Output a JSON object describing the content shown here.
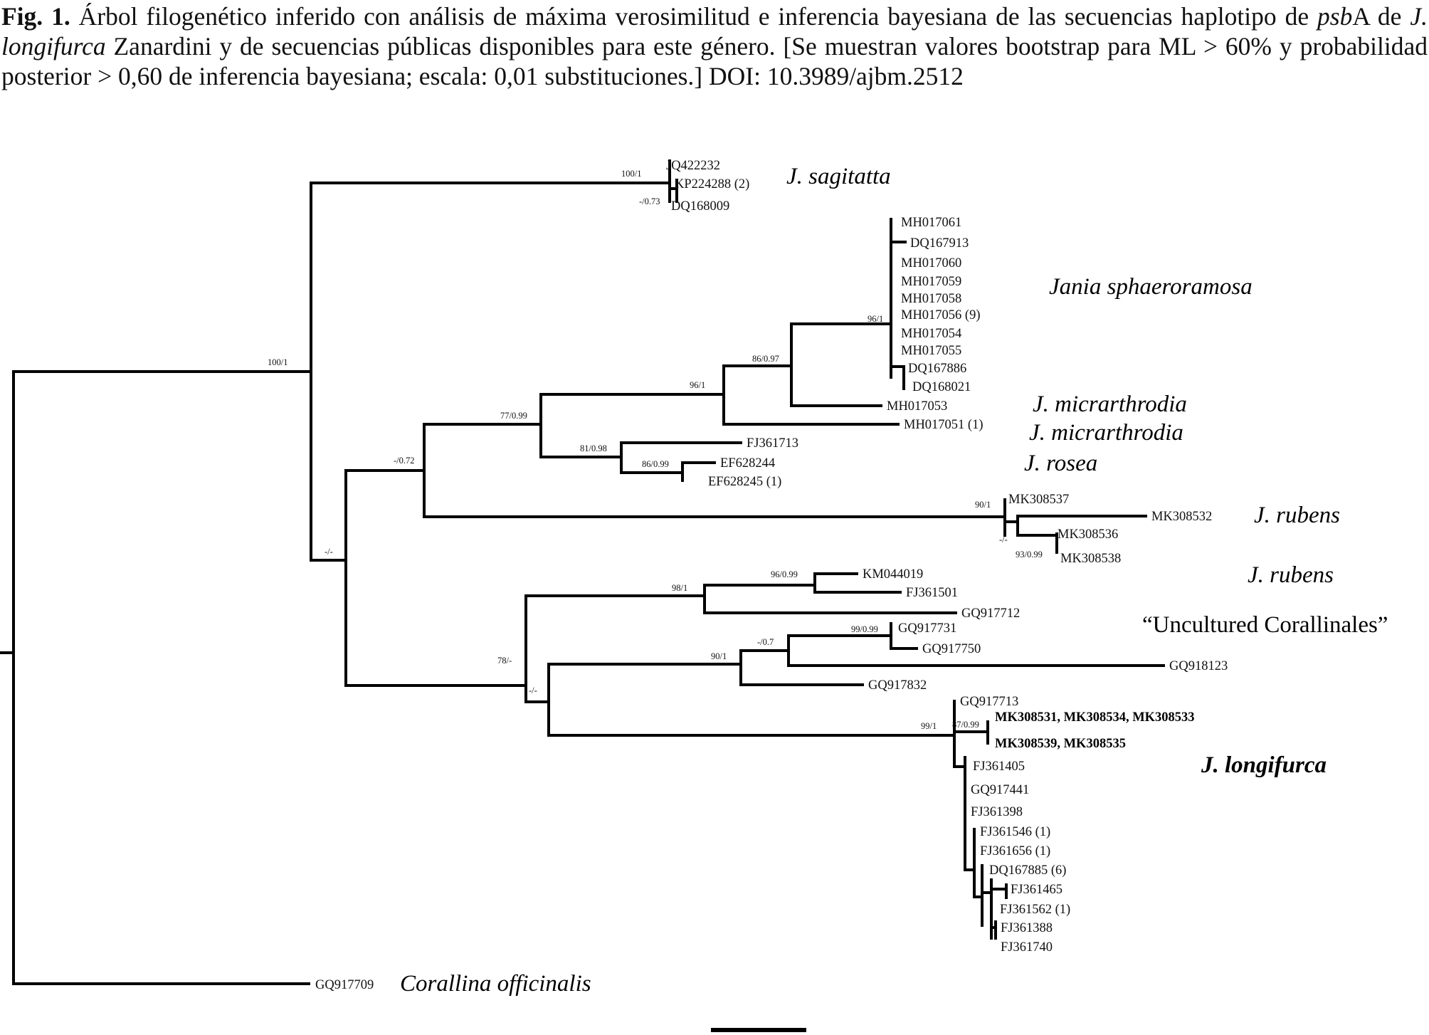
{
  "caption": {
    "label": "Fig. 1.",
    "parts": [
      {
        "text": " Árbol filogenético inferido con análisis de máxima verosimilitud e inferencia bayesiana de las secuencias haplotipo de ",
        "italic": false
      },
      {
        "text": "psb",
        "italic": true
      },
      {
        "text": "A de ",
        "italic": false
      },
      {
        "text": "J. longifurca",
        "italic": true
      },
      {
        "text": " Zanardini y de secuencias públicas disponibles para este género. [Se muestran valores bootstrap para ML > 60% y probabilidad posterior > 0,60 de inferencia bayesiana; escala: 0,01 substituciones.] DOI: 10.3989/ajbm.2512",
        "italic": false
      }
    ]
  },
  "tips": [
    {
      "id": "t_jq422232",
      "label": "JQ422232",
      "bold": false
    },
    {
      "id": "t_kp224288",
      "label": "KP224288 (2)",
      "bold": false
    },
    {
      "id": "t_dq168009",
      "label": "DQ168009",
      "bold": false
    },
    {
      "id": "t_mh017061",
      "label": "MH017061",
      "bold": false
    },
    {
      "id": "t_dq167913",
      "label": "DQ167913",
      "bold": false
    },
    {
      "id": "t_mh017060",
      "label": "MH017060",
      "bold": false
    },
    {
      "id": "t_mh017059",
      "label": "MH017059",
      "bold": false
    },
    {
      "id": "t_mh017058",
      "label": "MH017058",
      "bold": false
    },
    {
      "id": "t_mh017056",
      "label": "MH017056 (9)",
      "bold": false
    },
    {
      "id": "t_mh017054",
      "label": "MH017054",
      "bold": false
    },
    {
      "id": "t_mh017055",
      "label": "MH017055",
      "bold": false
    },
    {
      "id": "t_dq167886",
      "label": "DQ167886",
      "bold": false
    },
    {
      "id": "t_dq168021",
      "label": "DQ168021",
      "bold": false
    },
    {
      "id": "t_mh017053",
      "label": "MH017053",
      "bold": false
    },
    {
      "id": "t_mh017051",
      "label": "MH017051 (1)",
      "bold": false
    },
    {
      "id": "t_fj361713",
      "label": "FJ361713",
      "bold": false
    },
    {
      "id": "t_ef628244",
      "label": "EF628244",
      "bold": false
    },
    {
      "id": "t_ef628245",
      "label": "EF628245 (1)",
      "bold": false
    },
    {
      "id": "t_mk308537",
      "label": "MK308537",
      "bold": false
    },
    {
      "id": "t_mk308532",
      "label": "MK308532",
      "bold": false
    },
    {
      "id": "t_mk308536",
      "label": "MK308536",
      "bold": false
    },
    {
      "id": "t_mk308538",
      "label": "MK308538",
      "bold": false
    },
    {
      "id": "t_km044019",
      "label": "KM044019",
      "bold": false
    },
    {
      "id": "t_fj361501",
      "label": "FJ361501",
      "bold": false
    },
    {
      "id": "t_gq917712",
      "label": "GQ917712",
      "bold": false
    },
    {
      "id": "t_gq917731",
      "label": "GQ917731",
      "bold": false
    },
    {
      "id": "t_gq917750",
      "label": "GQ917750",
      "bold": false
    },
    {
      "id": "t_gq918123",
      "label": "GQ918123",
      "bold": false
    },
    {
      "id": "t_gq917832",
      "label": "GQ917832",
      "bold": false
    },
    {
      "id": "t_gq917713",
      "label": "GQ917713",
      "bold": false
    },
    {
      "id": "t_mk308531",
      "label": "MK308531, MK308534, MK308533",
      "bold": true
    },
    {
      "id": "t_mk308539",
      "label": "MK308539, MK308535",
      "bold": true
    },
    {
      "id": "t_fj361405",
      "label": "FJ361405",
      "bold": false
    },
    {
      "id": "t_gq917441",
      "label": "GQ917441",
      "bold": false
    },
    {
      "id": "t_fj361398",
      "label": "FJ361398",
      "bold": false
    },
    {
      "id": "t_fj361546",
      "label": "FJ361546 (1)",
      "bold": false
    },
    {
      "id": "t_fj361656",
      "label": "FJ361656 (1)",
      "bold": false
    },
    {
      "id": "t_dq167885",
      "label": "DQ167885 (6)",
      "bold": false
    },
    {
      "id": "t_fj361465",
      "label": "FJ361465",
      "bold": false
    },
    {
      "id": "t_fj361562",
      "label": "FJ361562 (1)",
      "bold": false
    },
    {
      "id": "t_fj361388",
      "label": "FJ361388",
      "bold": false
    },
    {
      "id": "t_fj361740",
      "label": "FJ361740",
      "bold": false
    },
    {
      "id": "t_gq917709",
      "label": "GQ917709",
      "bold": false
    }
  ],
  "supports": [
    {
      "id": "s_root_ingroup",
      "label": "100/1"
    },
    {
      "id": "s_sagitatta",
      "label": "100/1"
    },
    {
      "id": "s_sagitatta_inner",
      "label": "-/0.73"
    },
    {
      "id": "s_n2",
      "label": "-/-"
    },
    {
      "id": "s_n3",
      "label": "-/0.72"
    },
    {
      "id": "s_n4",
      "label": "77/0.99"
    },
    {
      "id": "s_n5",
      "label": "96/1"
    },
    {
      "id": "s_n6",
      "label": "86/0.97"
    },
    {
      "id": "s_sphaero",
      "label": "96/1"
    },
    {
      "id": "s_n8",
      "label": "81/0.98"
    },
    {
      "id": "s_n9",
      "label": "86/0.99"
    },
    {
      "id": "s_rubens1",
      "label": "90/1"
    },
    {
      "id": "s_rubens_inner",
      "label": "-/-"
    },
    {
      "id": "s_rubens_pair",
      "label": "93/0.99"
    },
    {
      "id": "s_n13",
      "label": "78/-"
    },
    {
      "id": "s_n14",
      "label": "98/1"
    },
    {
      "id": "s_n15",
      "label": "96/0.99"
    },
    {
      "id": "s_n16",
      "label": "-/-"
    },
    {
      "id": "s_n17",
      "label": "90/1"
    },
    {
      "id": "s_n18",
      "label": "-/0.7"
    },
    {
      "id": "s_n19",
      "label": "99/0.99"
    },
    {
      "id": "s_long",
      "label": "99/1"
    },
    {
      "id": "s_long_bold",
      "label": "87/0.99"
    }
  ],
  "clades": [
    {
      "id": "c_sagitatta",
      "label": "J. sagitatta",
      "italic": true,
      "bold": false
    },
    {
      "id": "c_sphaero",
      "label": "Jania sphaeroramosa",
      "italic": true,
      "bold": false
    },
    {
      "id": "c_micr1",
      "label": "J. micrarthrodia",
      "italic": true,
      "bold": false
    },
    {
      "id": "c_micr2",
      "label": "J. micrarthrodia",
      "italic": true,
      "bold": false
    },
    {
      "id": "c_rosea",
      "label": "J. rosea",
      "italic": true,
      "bold": false
    },
    {
      "id": "c_rubens1",
      "label": "J. rubens",
      "italic": true,
      "bold": false
    },
    {
      "id": "c_rubens2",
      "label": "J. rubens",
      "italic": true,
      "bold": false
    },
    {
      "id": "c_uncult",
      "label": "“Uncultured Corallinales”",
      "italic": false,
      "bold": false
    },
    {
      "id": "c_long",
      "label": "J. longifurca",
      "italic": true,
      "bold": true
    },
    {
      "id": "c_coral",
      "label": "Corallina officinalis",
      "italic": true,
      "bold": false
    }
  ]
}
